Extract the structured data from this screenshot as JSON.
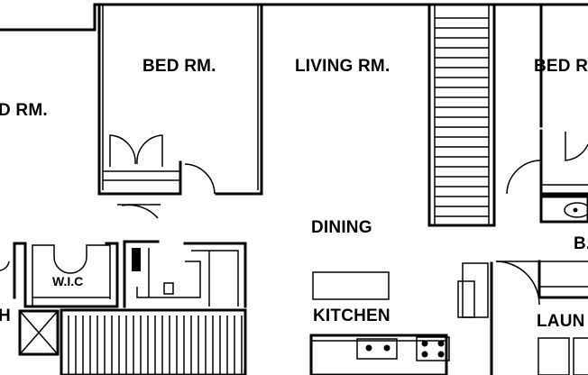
{
  "rooms": {
    "bed_left_partial": "D RM.",
    "bed_center": "BED RM.",
    "living": "LIVING RM.",
    "bed_right_partial": "BED R",
    "dining": "DINING",
    "wic": "W.I.C",
    "bath_left_partial": "H",
    "kitchen": "KITCHEN",
    "bath_right_partial": "B.",
    "laundry_partial": "LAUN"
  }
}
